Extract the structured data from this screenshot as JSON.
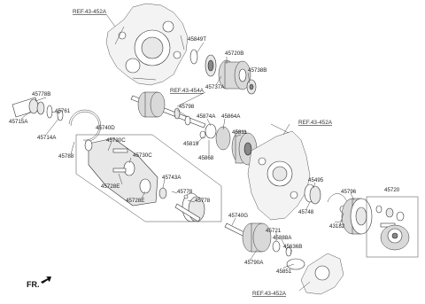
{
  "diagram": {
    "ref_labels": [
      "REF.43-452A",
      "REF.43-454A",
      "REF.43-452A",
      "REF.43-452A"
    ],
    "part_labels": {
      "p45849T": "45849T",
      "p45720B": "45720B",
      "p45738B": "45738B",
      "p45737A": "45737A",
      "p45778B": "45778B",
      "p45715A": "45715A",
      "p45761": "45761",
      "p45714A": "45714A",
      "p45788": "45788",
      "p45798": "45798",
      "p45874A": "45874A",
      "p45864A": "45864A",
      "p45811": "45811",
      "p45819": "45819",
      "p45868": "45868",
      "p45740D": "45740D",
      "p45730C_a": "45730C",
      "p45730C_b": "45730C",
      "p45728E_a": "45728E",
      "p45728E_b": "45728E",
      "p45743A": "45743A",
      "p45778_a": "45778",
      "p45778_b": "45778",
      "p45740G": "45740G",
      "p45721": "45721",
      "p45888A": "45888A",
      "p45636B": "45636B",
      "p45790A": "45790A",
      "p45851": "45851",
      "p45495": "45495",
      "p45748": "45748",
      "p45796": "45796",
      "p43182": "43182",
      "p45720": "45720"
    },
    "orientation_label": "FR."
  }
}
